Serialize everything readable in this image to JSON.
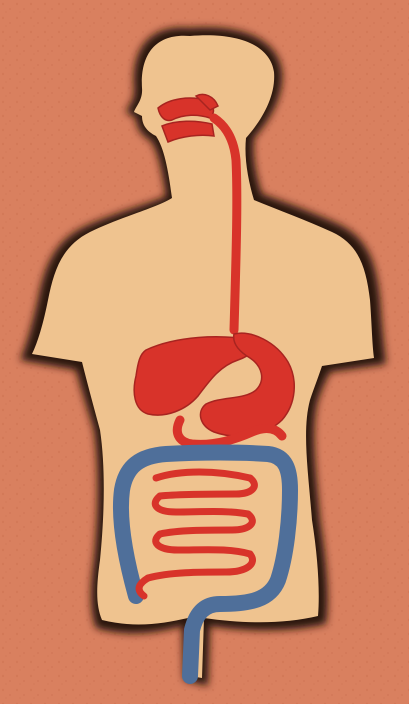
{
  "figure": {
    "subject": "human-digestive-system-illustration",
    "labels": []
  },
  "colors": {
    "background": "#d9805f",
    "background_speckle": "#c96b4c",
    "body_silhouette": "#efc38f",
    "body_outline": "#2a1710",
    "organs_red": "#d8332a",
    "organs_dark_red": "#a82420",
    "large_intestine_blue": "#4f6f9a",
    "large_intestine_dark": "#3a5478"
  },
  "icons": {
    "body": "human-torso-silhouette",
    "esophagus": "esophagus-tube",
    "liver": "liver-organ",
    "stomach": "stomach-organ",
    "small_intestine": "small-intestine-coils",
    "large_intestine": "large-intestine-frame",
    "rectum": "rectum-tube"
  }
}
